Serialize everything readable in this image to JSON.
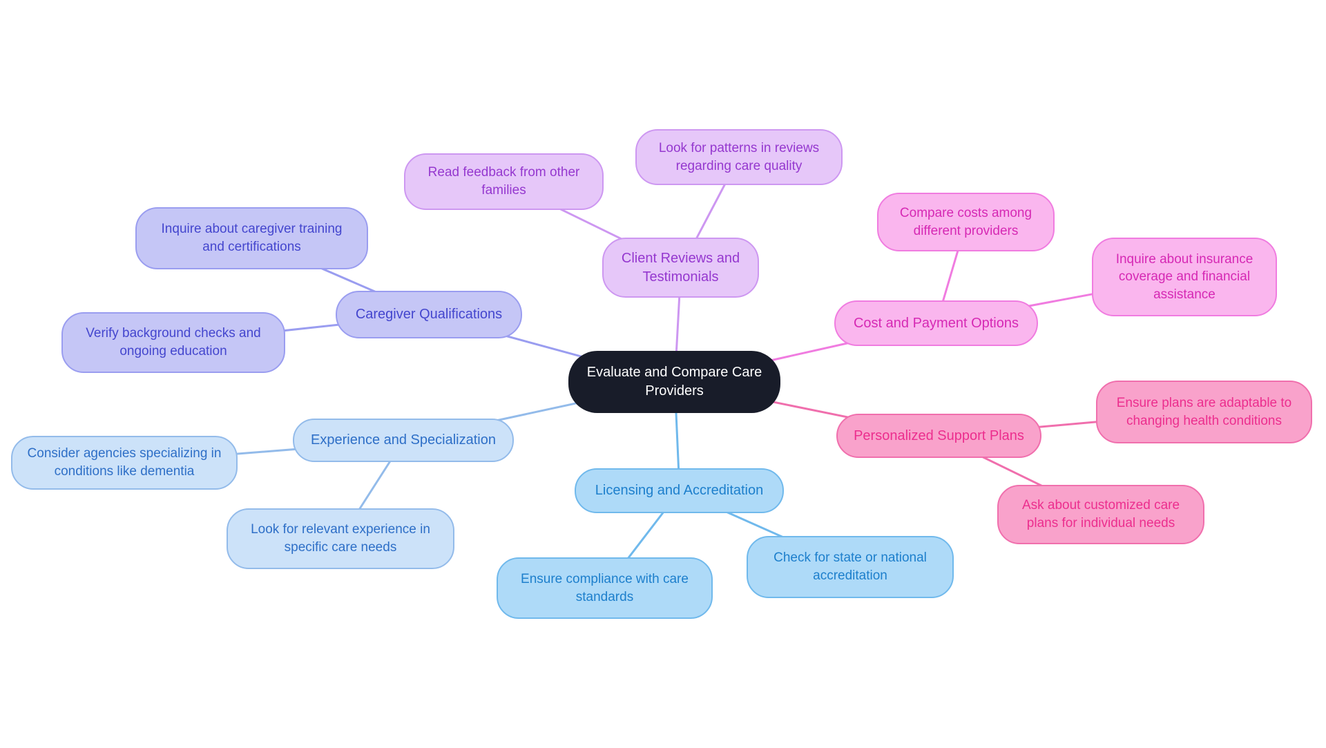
{
  "center": {
    "label": "Evaluate and Compare Care Providers",
    "bg": "#181c29",
    "text_color": "#ffffff"
  },
  "branches": [
    {
      "label": "Caregiver Qualifications",
      "fill": "#c5c6f6",
      "border": "#9a9df0",
      "text_color": "#4446ce",
      "line_color": "#9a9df0",
      "children": [
        "Inquire about caregiver training and certifications",
        "Verify background checks and ongoing education"
      ]
    },
    {
      "label": "Client Reviews and Testimonials",
      "fill": "#e6c7f9",
      "border": "#cd97f1",
      "text_color": "#9538cf",
      "line_color": "#cd97f1",
      "children": [
        "Read feedback from other families",
        "Look for patterns in reviews regarding care quality"
      ]
    },
    {
      "label": "Cost and Payment Options",
      "fill": "#fab6ee",
      "border": "#f07ce0",
      "text_color": "#d629b4",
      "line_color": "#f07ce0",
      "children": [
        "Compare costs among different providers",
        "Inquire about insurance coverage and financial assistance"
      ]
    },
    {
      "label": "Personalized Support Plans",
      "fill": "#f9a2cb",
      "border": "#f06fad",
      "text_color": "#ec2e8e",
      "line_color": "#f06fad",
      "children": [
        "Ensure plans are adaptable to changing health conditions",
        "Ask about customized care plans for individual needs"
      ]
    },
    {
      "label": "Licensing and Accreditation",
      "fill": "#aedaf8",
      "border": "#70b9ec",
      "text_color": "#1d7fcc",
      "line_color": "#70b9ec",
      "children": [
        "Ensure compliance with care standards",
        "Check for state or national accreditation"
      ]
    },
    {
      "label": "Experience and Specialization",
      "fill": "#cce2f9",
      "border": "#93bbea",
      "text_color": "#2e6fc7",
      "line_color": "#93bbea",
      "children": [
        "Consider agencies specializing in conditions like dementia",
        "Look for relevant experience in specific care needs"
      ]
    }
  ]
}
